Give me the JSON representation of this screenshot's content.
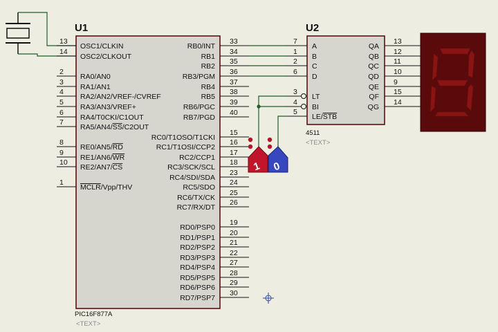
{
  "u1": {
    "ref": "U1",
    "part": "PIC16F877A",
    "text": "<TEXT>",
    "left_pins": [
      {
        "num": "13",
        "label": "OSC1/CLKIN"
      },
      {
        "num": "14",
        "label": "OSC2/CLKOUT"
      },
      {
        "num": "2",
        "label": "RA0/AN0"
      },
      {
        "num": "3",
        "label": "RA1/AN1"
      },
      {
        "num": "4",
        "label": "RA2/AN2/VREF-/CVREF"
      },
      {
        "num": "5",
        "label": "RA3/AN3/VREF+"
      },
      {
        "num": "6",
        "label": "RA4/T0CKI/C1OUT"
      },
      {
        "num": "7",
        "label": "RA5/AN4/SS/C2OUT"
      },
      {
        "num": "8",
        "label": "RE0/AN5/RD"
      },
      {
        "num": "9",
        "label": "RE1/AN6/WR"
      },
      {
        "num": "10",
        "label": "RE2/AN7/CS"
      },
      {
        "num": "1",
        "label": "MCLR/Vpp/THV"
      }
    ],
    "right_pins": [
      {
        "num": "33",
        "label": "RB0/INT"
      },
      {
        "num": "34",
        "label": "RB1"
      },
      {
        "num": "35",
        "label": "RB2"
      },
      {
        "num": "36",
        "label": "RB3/PGM"
      },
      {
        "num": "37",
        "label": "RB4"
      },
      {
        "num": "38",
        "label": "RB5"
      },
      {
        "num": "39",
        "label": "RB6/PGC"
      },
      {
        "num": "40",
        "label": "RB7/PGD"
      },
      {
        "num": "15",
        "label": "RC0/T1OSO/T1CKI"
      },
      {
        "num": "16",
        "label": "RC1/T1OSI/CCP2"
      },
      {
        "num": "17",
        "label": "RC2/CCP1"
      },
      {
        "num": "18",
        "label": "RC3/SCK/SCL"
      },
      {
        "num": "23",
        "label": "RC4/SDI/SDA"
      },
      {
        "num": "24",
        "label": "RC5/SDO"
      },
      {
        "num": "25",
        "label": "RC6/TX/CK"
      },
      {
        "num": "26",
        "label": "RC7/RX/DT"
      },
      {
        "num": "19",
        "label": "RD0/PSP0"
      },
      {
        "num": "20",
        "label": "RD1/PSP1"
      },
      {
        "num": "21",
        "label": "RD2/PSP2"
      },
      {
        "num": "22",
        "label": "RD3/PSP3"
      },
      {
        "num": "27",
        "label": "RD4/PSP4"
      },
      {
        "num": "28",
        "label": "RD5/PSP5"
      },
      {
        "num": "29",
        "label": "RD6/PSP6"
      },
      {
        "num": "30",
        "label": "RD7/PSP7"
      }
    ]
  },
  "u2": {
    "ref": "U2",
    "part": "4511",
    "text": "<TEXT>",
    "left_pins": [
      {
        "num": "7",
        "label": "A"
      },
      {
        "num": "1",
        "label": "B"
      },
      {
        "num": "2",
        "label": "C"
      },
      {
        "num": "6",
        "label": "D"
      },
      {
        "num": "3",
        "label": "LT"
      },
      {
        "num": "4",
        "label": "BI"
      },
      {
        "num": "5",
        "label": "LE/STB"
      }
    ],
    "right_pins": [
      {
        "num": "13",
        "label": "QA"
      },
      {
        "num": "12",
        "label": "QB"
      },
      {
        "num": "11",
        "label": "QC"
      },
      {
        "num": "10",
        "label": "QD"
      },
      {
        "num": "9",
        "label": "QE"
      },
      {
        "num": "15",
        "label": "QF"
      },
      {
        "num": "14",
        "label": "QG"
      }
    ]
  },
  "probes": [
    {
      "label": "1",
      "color": "#c0152a"
    },
    {
      "label": "0",
      "color": "#3747c0"
    }
  ],
  "colors": {
    "background": "#eeede2",
    "chip_fill": "#d6d6cf",
    "chip_border": "#5a1010",
    "wire": "#1f5c2a",
    "display_body": "#5a0a0a",
    "display_segment_off": "#8a1414"
  },
  "icons": {
    "crystal": "crystal-icon",
    "seven_segment": "seven-segment-display-icon",
    "cursor": "crosshair-cursor-icon"
  }
}
